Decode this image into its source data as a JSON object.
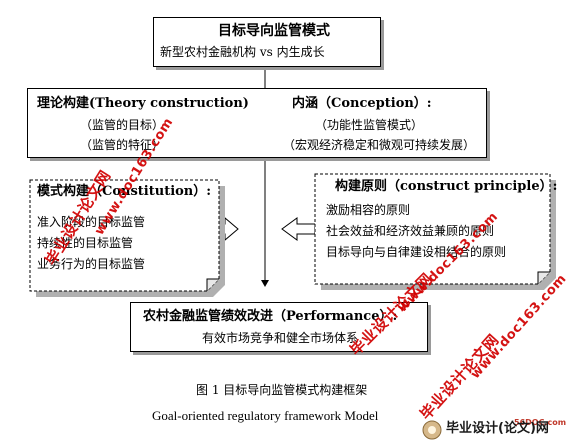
{
  "top_box": {
    "title": "目标导向监管模式",
    "subtitle": "新型农村金融机构    vs    内生成长"
  },
  "theory_box": {
    "left_title": "理论构建(Theory construction)",
    "left_items": [
      "（监管的目标）",
      "（监管的特征）"
    ],
    "right_title": "内涵（Conception）:",
    "right_items": [
      "（功能性监管模式）",
      "（宏观经济稳定和微观可持续发展）"
    ]
  },
  "mode_box": {
    "title": "模式构建（Constitution）:",
    "items": [
      "准入阶段的目标监管",
      "持续性的目标监管",
      "业务行为的目标监管"
    ]
  },
  "principle_box": {
    "title": "构建原则（construct principle）:",
    "items": [
      "激励相容的原则",
      "社会效益和经济效益兼顾的原则",
      "目标导向与自律建设相结合的原则"
    ]
  },
  "bottom_box": {
    "title": "农村金融监管绩效改进（Performance）:",
    "subtitle": "有效市场竞争和健全市场体系"
  },
  "caption": {
    "cn": "图 1  目标导向监管模式构建框架",
    "en": "Goal-oriented regulatory framework Model"
  },
  "watermarks": [
    "毕业设计论文网",
    "www.doc163.com",
    "毕业设计论文网",
    "www.doc163.com",
    "毕业设计论文网",
    "www.doc163.com"
  ],
  "footer_logo": {
    "site": "56DOC.com",
    "name": "毕业设计(论文)网"
  }
}
